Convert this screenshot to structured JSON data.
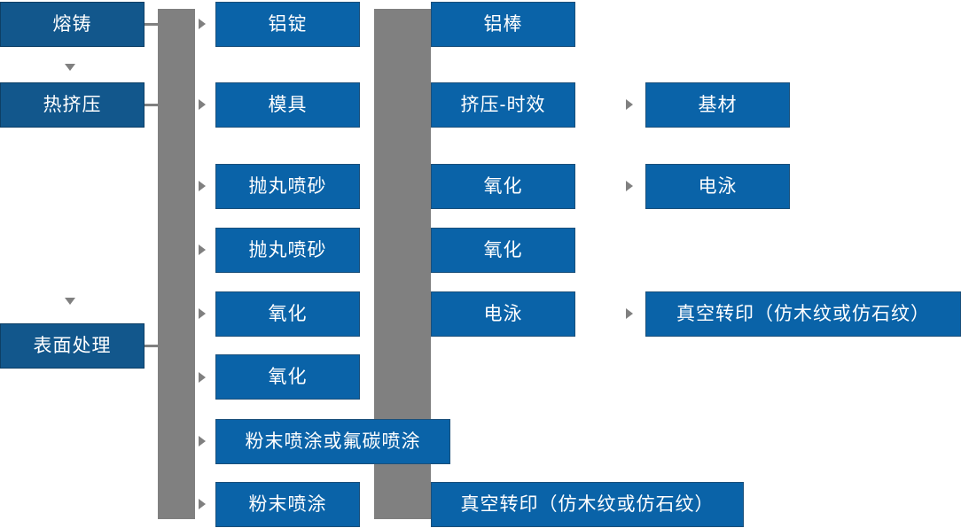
{
  "diagram": {
    "type": "flowchart",
    "title": "",
    "colors": {
      "node_fill": "#0A63A8",
      "node_fill_dark": "#12578C",
      "connector": "#808080",
      "text": "#FFFFFF",
      "background": "#FFFFFF"
    },
    "stages": [
      {
        "id": "stage-1",
        "label": "熔铸"
      },
      {
        "id": "stage-2",
        "label": "热挤压"
      },
      {
        "id": "stage-3",
        "label": "表面处理"
      }
    ],
    "column2": [
      {
        "id": "c2-1",
        "label": "铝锭"
      },
      {
        "id": "c2-2",
        "label": "模具"
      },
      {
        "id": "c2-3",
        "label": "抛丸喷砂"
      },
      {
        "id": "c2-4",
        "label": "抛丸喷砂"
      },
      {
        "id": "c2-5",
        "label": "氧化"
      },
      {
        "id": "c2-6",
        "label": "氧化"
      },
      {
        "id": "c2-7",
        "label": "粉末喷涂或氟碳喷涂"
      },
      {
        "id": "c2-8",
        "label": "粉末喷涂"
      }
    ],
    "column3": [
      {
        "id": "c3-1",
        "label": "铝棒"
      },
      {
        "id": "c3-2",
        "label": "挤压-时效"
      },
      {
        "id": "c3-3",
        "label": "氧化"
      },
      {
        "id": "c3-4",
        "label": "氧化"
      },
      {
        "id": "c3-5",
        "label": "电泳"
      },
      {
        "id": "c3-6",
        "label": "真空转印（仿木纹或仿石纹）"
      }
    ],
    "column4": [
      {
        "id": "c4-1",
        "label": "基材"
      },
      {
        "id": "c4-2",
        "label": "电泳"
      },
      {
        "id": "c4-3",
        "label": "真空转印（仿木纹或仿石纹）"
      }
    ]
  }
}
